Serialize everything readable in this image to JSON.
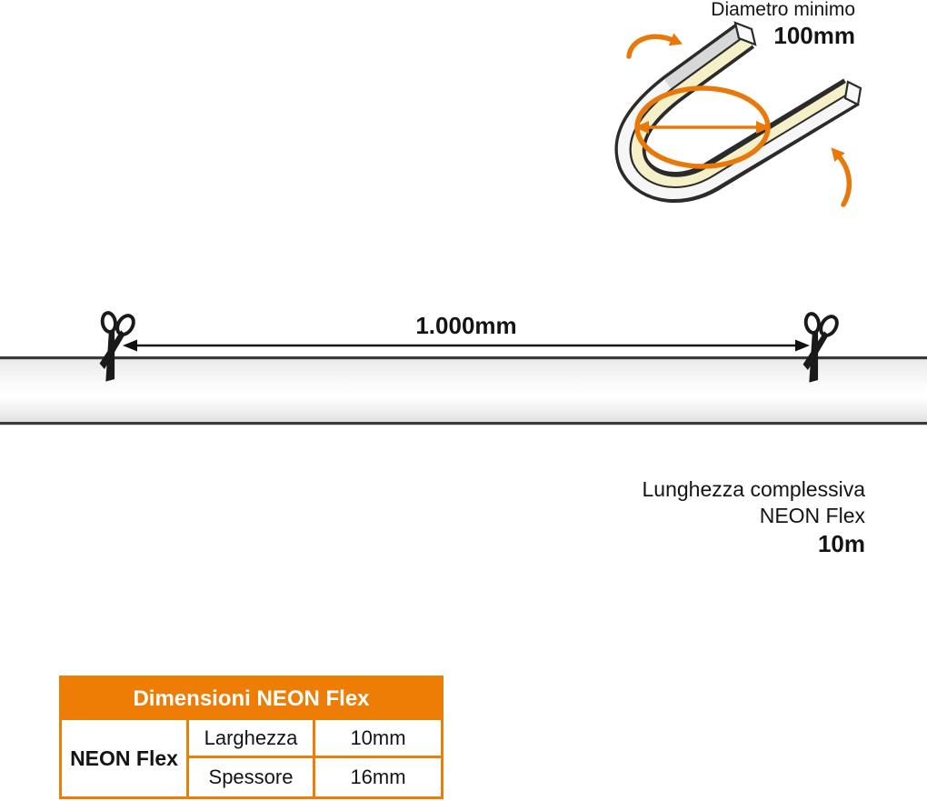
{
  "colors": {
    "accent_orange": "#EE7D05",
    "cream_strip": "#F6F0C8",
    "outline_dark": "#2B2B2B",
    "strip_edge": "#3A3A3A"
  },
  "bend_callout": {
    "label": "Diametro minimo",
    "value": "100mm"
  },
  "cut_dimension": {
    "value": "1.000mm"
  },
  "total_length": {
    "line1": "Lunghezza complessiva",
    "line2": "NEON Flex",
    "value": "10m"
  },
  "table": {
    "header": "Dimensioni NEON Flex",
    "product": "NEON Flex",
    "rows": [
      {
        "property": "Larghezza",
        "value": "10mm"
      },
      {
        "property": "Spessore",
        "value": "16mm"
      }
    ]
  },
  "icons": {
    "scissors": "scissors-icon",
    "bend_direction_arrows": "curved-arrow-icon",
    "diameter_arrow": "double-headed-arrow-icon",
    "cut_dimension_arrow": "double-headed-arrow-icon"
  }
}
